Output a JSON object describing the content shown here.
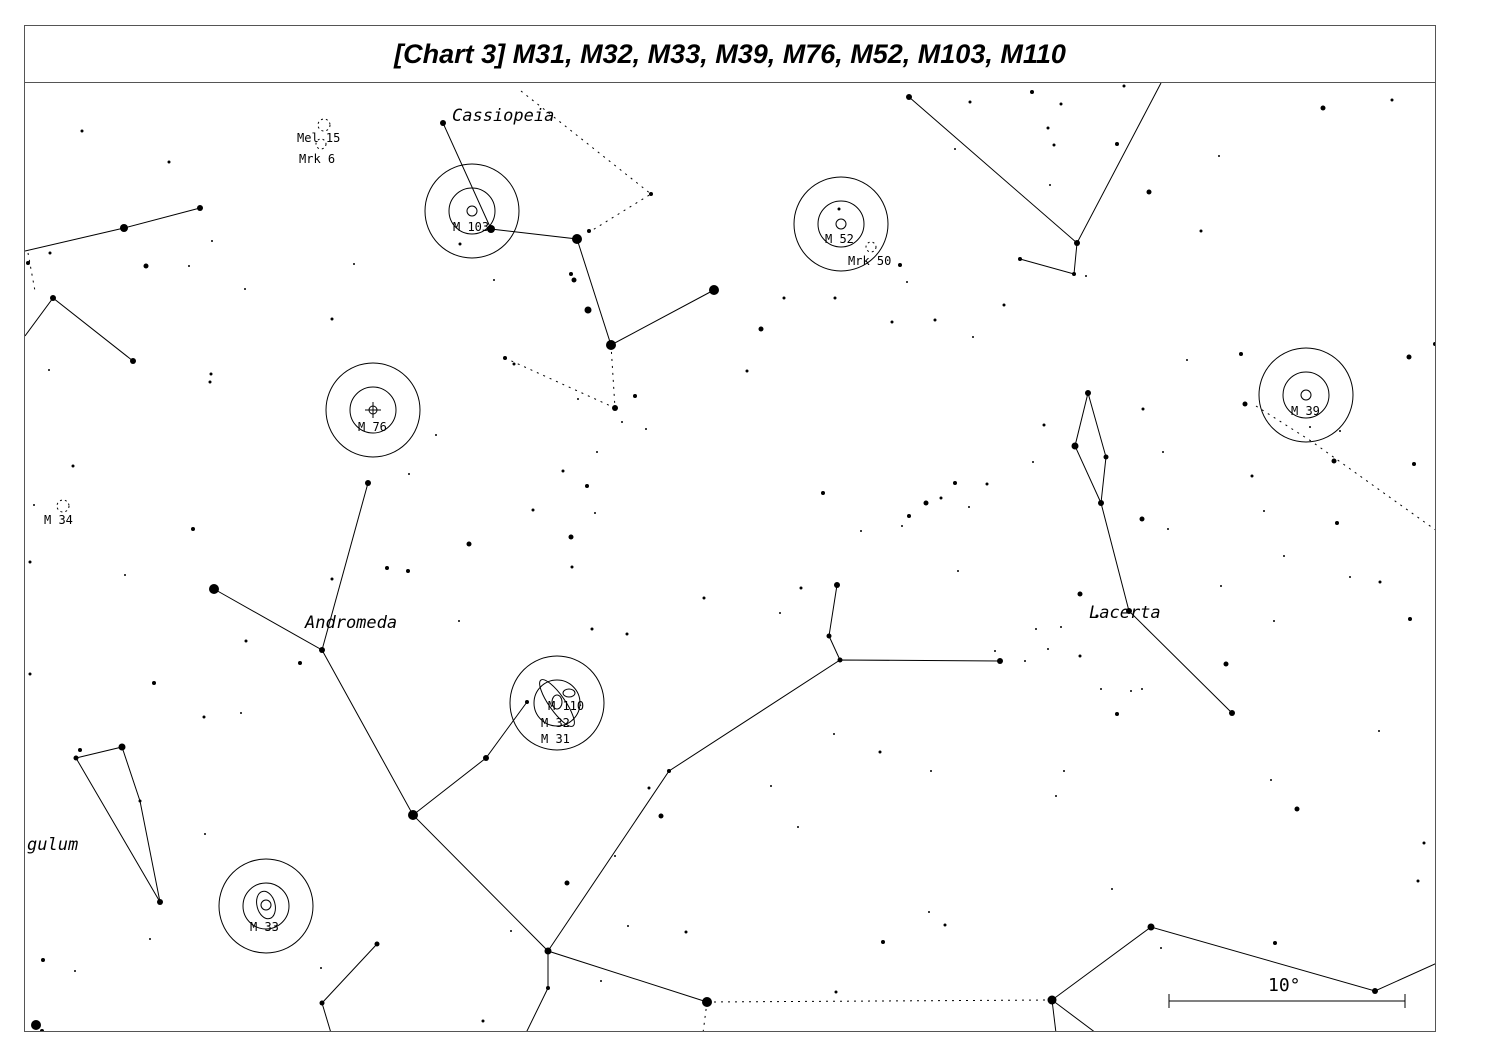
{
  "title": "[Chart 3] M31, M32, M33, M39, M76, M52, M103, M110",
  "constellations": [
    "Cassiopeia",
    "Andromeda",
    "Lacerta",
    "gulum"
  ],
  "objects": {
    "m103": "M 103",
    "m52": "M 52",
    "mrk50": "Mrk 50",
    "mel15": "Mel 15",
    "mrk6": "Mrk 6",
    "m76": "M 76",
    "m34": "M 34",
    "m39": "M 39",
    "m110": "M 110",
    "m32": "M 32",
    "m31": "M 31",
    "m33": "M 33"
  },
  "scale_bar": {
    "label": "10°"
  }
}
